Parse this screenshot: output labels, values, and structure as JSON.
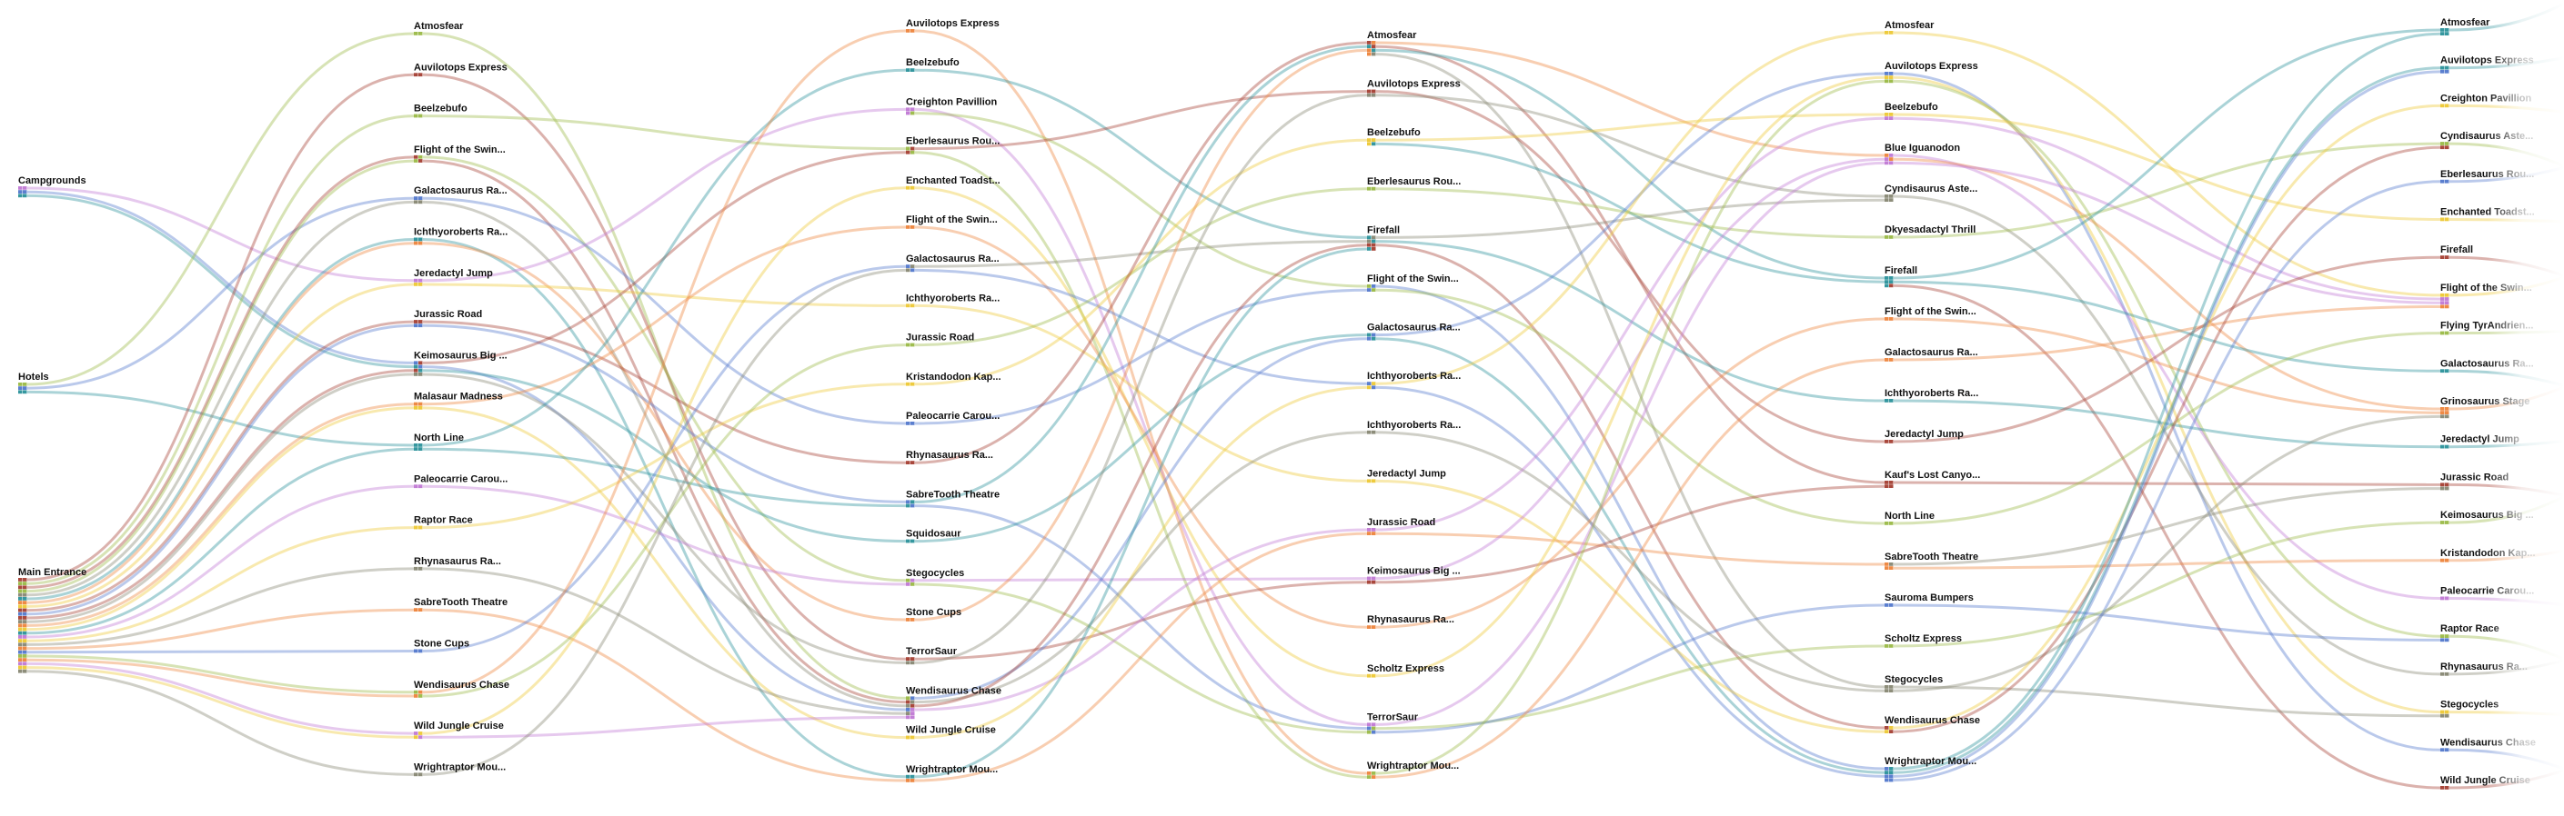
{
  "palette": {
    "g": "#9fbd4f",
    "r": "#a9483c",
    "b": "#5b7fcf",
    "t": "#35979f",
    "o": "#ee8a45",
    "y": "#eecb3e",
    "p": "#c37fd6",
    "k": "#8d8d7a"
  },
  "columns": [
    [
      "Campgrounds",
      "Hotels",
      "Main Entrance"
    ],
    [
      "Atmosfear",
      "Auvilotops Express",
      "Beelzebufo",
      "Flight of the Swin...",
      "Galactosaurus Ra...",
      "Ichthyoroberts Ra...",
      "Jeredactyl Jump",
      "Jurassic Road",
      "Keimosaurus Big ...",
      "Malasaur Madness",
      "North Line",
      "Paleocarrie Carou...",
      "Raptor Race",
      "Rhynasaurus Ra...",
      "SabreTooth Theatre",
      "Stone Cups",
      "Wendisaurus Chase",
      "Wild Jungle Cruise",
      "Wrightraptor Mou..."
    ],
    [
      "Auvilotops Express",
      "Beelzebufo",
      "Creighton Pavillion",
      "Eberlesaurus Rou...",
      "Enchanted Toadst...",
      "Flight of the Swin...",
      "Galactosaurus Ra...",
      "Ichthyoroberts Ra...",
      "Jurassic Road",
      "Kristandodon Kap...",
      "Paleocarrie Carou...",
      "Rhynasaurus Ra...",
      "SabreTooth Theatre",
      "Squidosaur",
      "Stegocycles",
      "Stone Cups",
      "TerrorSaur",
      "Wendisaurus Chase",
      "Wild Jungle Cruise",
      "Wrightraptor Mou..."
    ],
    [
      "Atmosfear",
      "Auvilotops Express",
      "Beelzebufo",
      "Eberlesaurus Rou...",
      "Firefall",
      "Flight of the Swin...",
      "Galactosaurus Ra...",
      "Ichthyoroberts Ra...",
      "Ichthyoroberts Ra...",
      "Jeredactyl Jump",
      "Jurassic Road",
      "Keimosaurus Big ...",
      "Rhynasaurus Ra...",
      "Scholtz Express",
      "TerrorSaur",
      "Wrightraptor Mou..."
    ],
    [
      "Atmosfear",
      "Auvilotops Express",
      "Beelzebufo",
      "Blue Iguanodon",
      "Cyndisaurus Aste...",
      "Dkyesadactyl Thrill",
      "Firefall",
      "Flight of the Swin...",
      "Galactosaurus Ra...",
      "Ichthyoroberts Ra...",
      "Jeredactyl Jump",
      "Kauf's Lost Canyo...",
      "North Line",
      "SabreTooth Theatre",
      "Sauroma Bumpers",
      "Scholtz Express",
      "Stegocycles",
      "Wendisaurus Chase",
      "Wrightraptor Mou..."
    ],
    [
      "Atmosfear",
      "Auvilotops Express",
      "Creighton Pavillion",
      "Cyndisaurus Aste...",
      "Eberlesaurus Rou...",
      "Enchanted Toadst...",
      "Firefall",
      "Flight of the Swin...",
      "Flying TyrAndrien...",
      "Galactosaurus Ra...",
      "Grinosaurus Stage",
      "Jeredactyl Jump",
      "Jurassic Road",
      "Keimosaurus Big ...",
      "Kristandodon Kap...",
      "Paleocarrie Carou...",
      "Raptor Race",
      "Rhynasaurus Ra...",
      "Stegocycles",
      "Wendisaurus Chase",
      "Wild Jungle Cruise"
    ]
  ],
  "links": [
    [
      0,
      0,
      6,
      "p"
    ],
    [
      0,
      0,
      8,
      "b"
    ],
    [
      0,
      0,
      8,
      "t"
    ],
    [
      0,
      1,
      0,
      "g"
    ],
    [
      0,
      1,
      4,
      "b"
    ],
    [
      0,
      1,
      10,
      "t"
    ],
    [
      0,
      2,
      1,
      "r"
    ],
    [
      0,
      2,
      2,
      "g"
    ],
    [
      0,
      2,
      3,
      "r"
    ],
    [
      0,
      2,
      3,
      "g"
    ],
    [
      0,
      2,
      4,
      "k"
    ],
    [
      0,
      2,
      5,
      "t"
    ],
    [
      0,
      2,
      5,
      "o"
    ],
    [
      0,
      2,
      6,
      "y"
    ],
    [
      0,
      2,
      7,
      "r"
    ],
    [
      0,
      2,
      7,
      "b"
    ],
    [
      0,
      2,
      8,
      "r"
    ],
    [
      0,
      2,
      8,
      "k"
    ],
    [
      0,
      2,
      9,
      "o"
    ],
    [
      0,
      2,
      9,
      "y"
    ],
    [
      0,
      2,
      10,
      "t"
    ],
    [
      0,
      2,
      11,
      "p"
    ],
    [
      0,
      2,
      12,
      "y"
    ],
    [
      0,
      2,
      13,
      "k"
    ],
    [
      0,
      2,
      14,
      "o"
    ],
    [
      0,
      2,
      15,
      "b"
    ],
    [
      0,
      2,
      16,
      "g"
    ],
    [
      0,
      2,
      16,
      "o"
    ],
    [
      0,
      2,
      17,
      "p"
    ],
    [
      0,
      2,
      17,
      "y"
    ],
    [
      0,
      2,
      18,
      "k"
    ],
    [
      1,
      0,
      17,
      "g"
    ],
    [
      1,
      1,
      16,
      "r"
    ],
    [
      1,
      2,
      3,
      "g"
    ],
    [
      1,
      3,
      14,
      "g"
    ],
    [
      1,
      3,
      17,
      "r"
    ],
    [
      1,
      4,
      10,
      "b"
    ],
    [
      1,
      4,
      17,
      "k"
    ],
    [
      1,
      5,
      19,
      "t"
    ],
    [
      1,
      5,
      15,
      "o"
    ],
    [
      1,
      6,
      2,
      "p"
    ],
    [
      1,
      6,
      7,
      "y"
    ],
    [
      1,
      7,
      11,
      "r"
    ],
    [
      1,
      7,
      12,
      "b"
    ],
    [
      1,
      8,
      3,
      "r"
    ],
    [
      1,
      8,
      17,
      "b"
    ],
    [
      1,
      8,
      13,
      "t"
    ],
    [
      1,
      8,
      16,
      "k"
    ],
    [
      1,
      9,
      5,
      "o"
    ],
    [
      1,
      9,
      18,
      "y"
    ],
    [
      1,
      10,
      1,
      "t"
    ],
    [
      1,
      10,
      12,
      "t"
    ],
    [
      1,
      11,
      14,
      "p"
    ],
    [
      1,
      12,
      9,
      "y"
    ],
    [
      1,
      13,
      17,
      "k"
    ],
    [
      1,
      14,
      19,
      "o"
    ],
    [
      1,
      15,
      6,
      "b"
    ],
    [
      1,
      16,
      0,
      "o"
    ],
    [
      1,
      16,
      8,
      "g"
    ],
    [
      1,
      17,
      4,
      "y"
    ],
    [
      1,
      17,
      17,
      "p"
    ],
    [
      1,
      18,
      6,
      "k"
    ],
    [
      2,
      0,
      15,
      "o"
    ],
    [
      2,
      1,
      4,
      "t"
    ],
    [
      2,
      2,
      14,
      "p"
    ],
    [
      2,
      2,
      5,
      "g"
    ],
    [
      2,
      3,
      1,
      "r"
    ],
    [
      2,
      3,
      15,
      "g"
    ],
    [
      2,
      4,
      13,
      "y"
    ],
    [
      2,
      5,
      12,
      "o"
    ],
    [
      2,
      6,
      4,
      "k"
    ],
    [
      2,
      6,
      7,
      "b"
    ],
    [
      2,
      7,
      9,
      "y"
    ],
    [
      2,
      8,
      3,
      "g"
    ],
    [
      2,
      9,
      2,
      "y"
    ],
    [
      2,
      10,
      5,
      "b"
    ],
    [
      2,
      11,
      0,
      "r"
    ],
    [
      2,
      12,
      0,
      "t"
    ],
    [
      2,
      12,
      14,
      "b"
    ],
    [
      2,
      13,
      6,
      "t"
    ],
    [
      2,
      14,
      11,
      "p"
    ],
    [
      2,
      14,
      14,
      "g"
    ],
    [
      2,
      15,
      0,
      "o"
    ],
    [
      2,
      16,
      11,
      "r"
    ],
    [
      2,
      16,
      1,
      "k"
    ],
    [
      2,
      17,
      6,
      "b"
    ],
    [
      2,
      17,
      8,
      "k"
    ],
    [
      2,
      17,
      4,
      "r"
    ],
    [
      2,
      17,
      10,
      "p"
    ],
    [
      2,
      18,
      7,
      "y"
    ],
    [
      2,
      19,
      4,
      "t"
    ],
    [
      2,
      19,
      10,
      "o"
    ],
    [
      3,
      0,
      3,
      "o"
    ],
    [
      3,
      0,
      11,
      "r"
    ],
    [
      3,
      0,
      6,
      "t"
    ],
    [
      3,
      0,
      16,
      "k"
    ],
    [
      3,
      1,
      10,
      "r"
    ],
    [
      3,
      1,
      4,
      "k"
    ],
    [
      3,
      2,
      2,
      "y"
    ],
    [
      3,
      2,
      6,
      "t"
    ],
    [
      3,
      3,
      5,
      "g"
    ],
    [
      3,
      4,
      4,
      "k"
    ],
    [
      3,
      4,
      9,
      "t"
    ],
    [
      3,
      4,
      17,
      "r"
    ],
    [
      3,
      5,
      18,
      "b"
    ],
    [
      3,
      5,
      12,
      "g"
    ],
    [
      3,
      6,
      1,
      "b"
    ],
    [
      3,
      6,
      18,
      "t"
    ],
    [
      3,
      7,
      0,
      "y"
    ],
    [
      3,
      7,
      18,
      "b"
    ],
    [
      3,
      8,
      16,
      "k"
    ],
    [
      3,
      9,
      17,
      "y"
    ],
    [
      3,
      10,
      2,
      "p"
    ],
    [
      3,
      10,
      13,
      "o"
    ],
    [
      3,
      11,
      3,
      "p"
    ],
    [
      3,
      11,
      11,
      "r"
    ],
    [
      3,
      12,
      7,
      "o"
    ],
    [
      3,
      13,
      1,
      "y"
    ],
    [
      3,
      14,
      3,
      "p"
    ],
    [
      3,
      14,
      15,
      "g"
    ],
    [
      3,
      14,
      14,
      "b"
    ],
    [
      3,
      15,
      1,
      "g"
    ],
    [
      3,
      15,
      8,
      "o"
    ],
    [
      4,
      0,
      7,
      "y"
    ],
    [
      4,
      1,
      19,
      "b"
    ],
    [
      4,
      1,
      18,
      "y"
    ],
    [
      4,
      1,
      16,
      "g"
    ],
    [
      4,
      2,
      5,
      "y"
    ],
    [
      4,
      2,
      7,
      "p"
    ],
    [
      4,
      3,
      15,
      "p"
    ],
    [
      4,
      3,
      10,
      "o"
    ],
    [
      4,
      3,
      7,
      "p"
    ],
    [
      4,
      4,
      17,
      "k"
    ],
    [
      4,
      5,
      3,
      "g"
    ],
    [
      4,
      6,
      0,
      "t"
    ],
    [
      4,
      6,
      9,
      "t"
    ],
    [
      4,
      6,
      20,
      "r"
    ],
    [
      4,
      7,
      10,
      "o"
    ],
    [
      4,
      8,
      7,
      "o"
    ],
    [
      4,
      9,
      11,
      "t"
    ],
    [
      4,
      10,
      6,
      "r"
    ],
    [
      4,
      11,
      12,
      "r"
    ],
    [
      4,
      12,
      8,
      "g"
    ],
    [
      4,
      13,
      12,
      "k"
    ],
    [
      4,
      13,
      14,
      "o"
    ],
    [
      4,
      14,
      16,
      "b"
    ],
    [
      4,
      15,
      13,
      "g"
    ],
    [
      4,
      16,
      18,
      "k"
    ],
    [
      4,
      16,
      10,
      "k"
    ],
    [
      4,
      17,
      2,
      "y"
    ],
    [
      4,
      17,
      3,
      "r"
    ],
    [
      4,
      18,
      0,
      "t"
    ],
    [
      4,
      18,
      1,
      "t"
    ],
    [
      4,
      18,
      1,
      "b"
    ],
    [
      4,
      18,
      4,
      "b"
    ]
  ]
}
